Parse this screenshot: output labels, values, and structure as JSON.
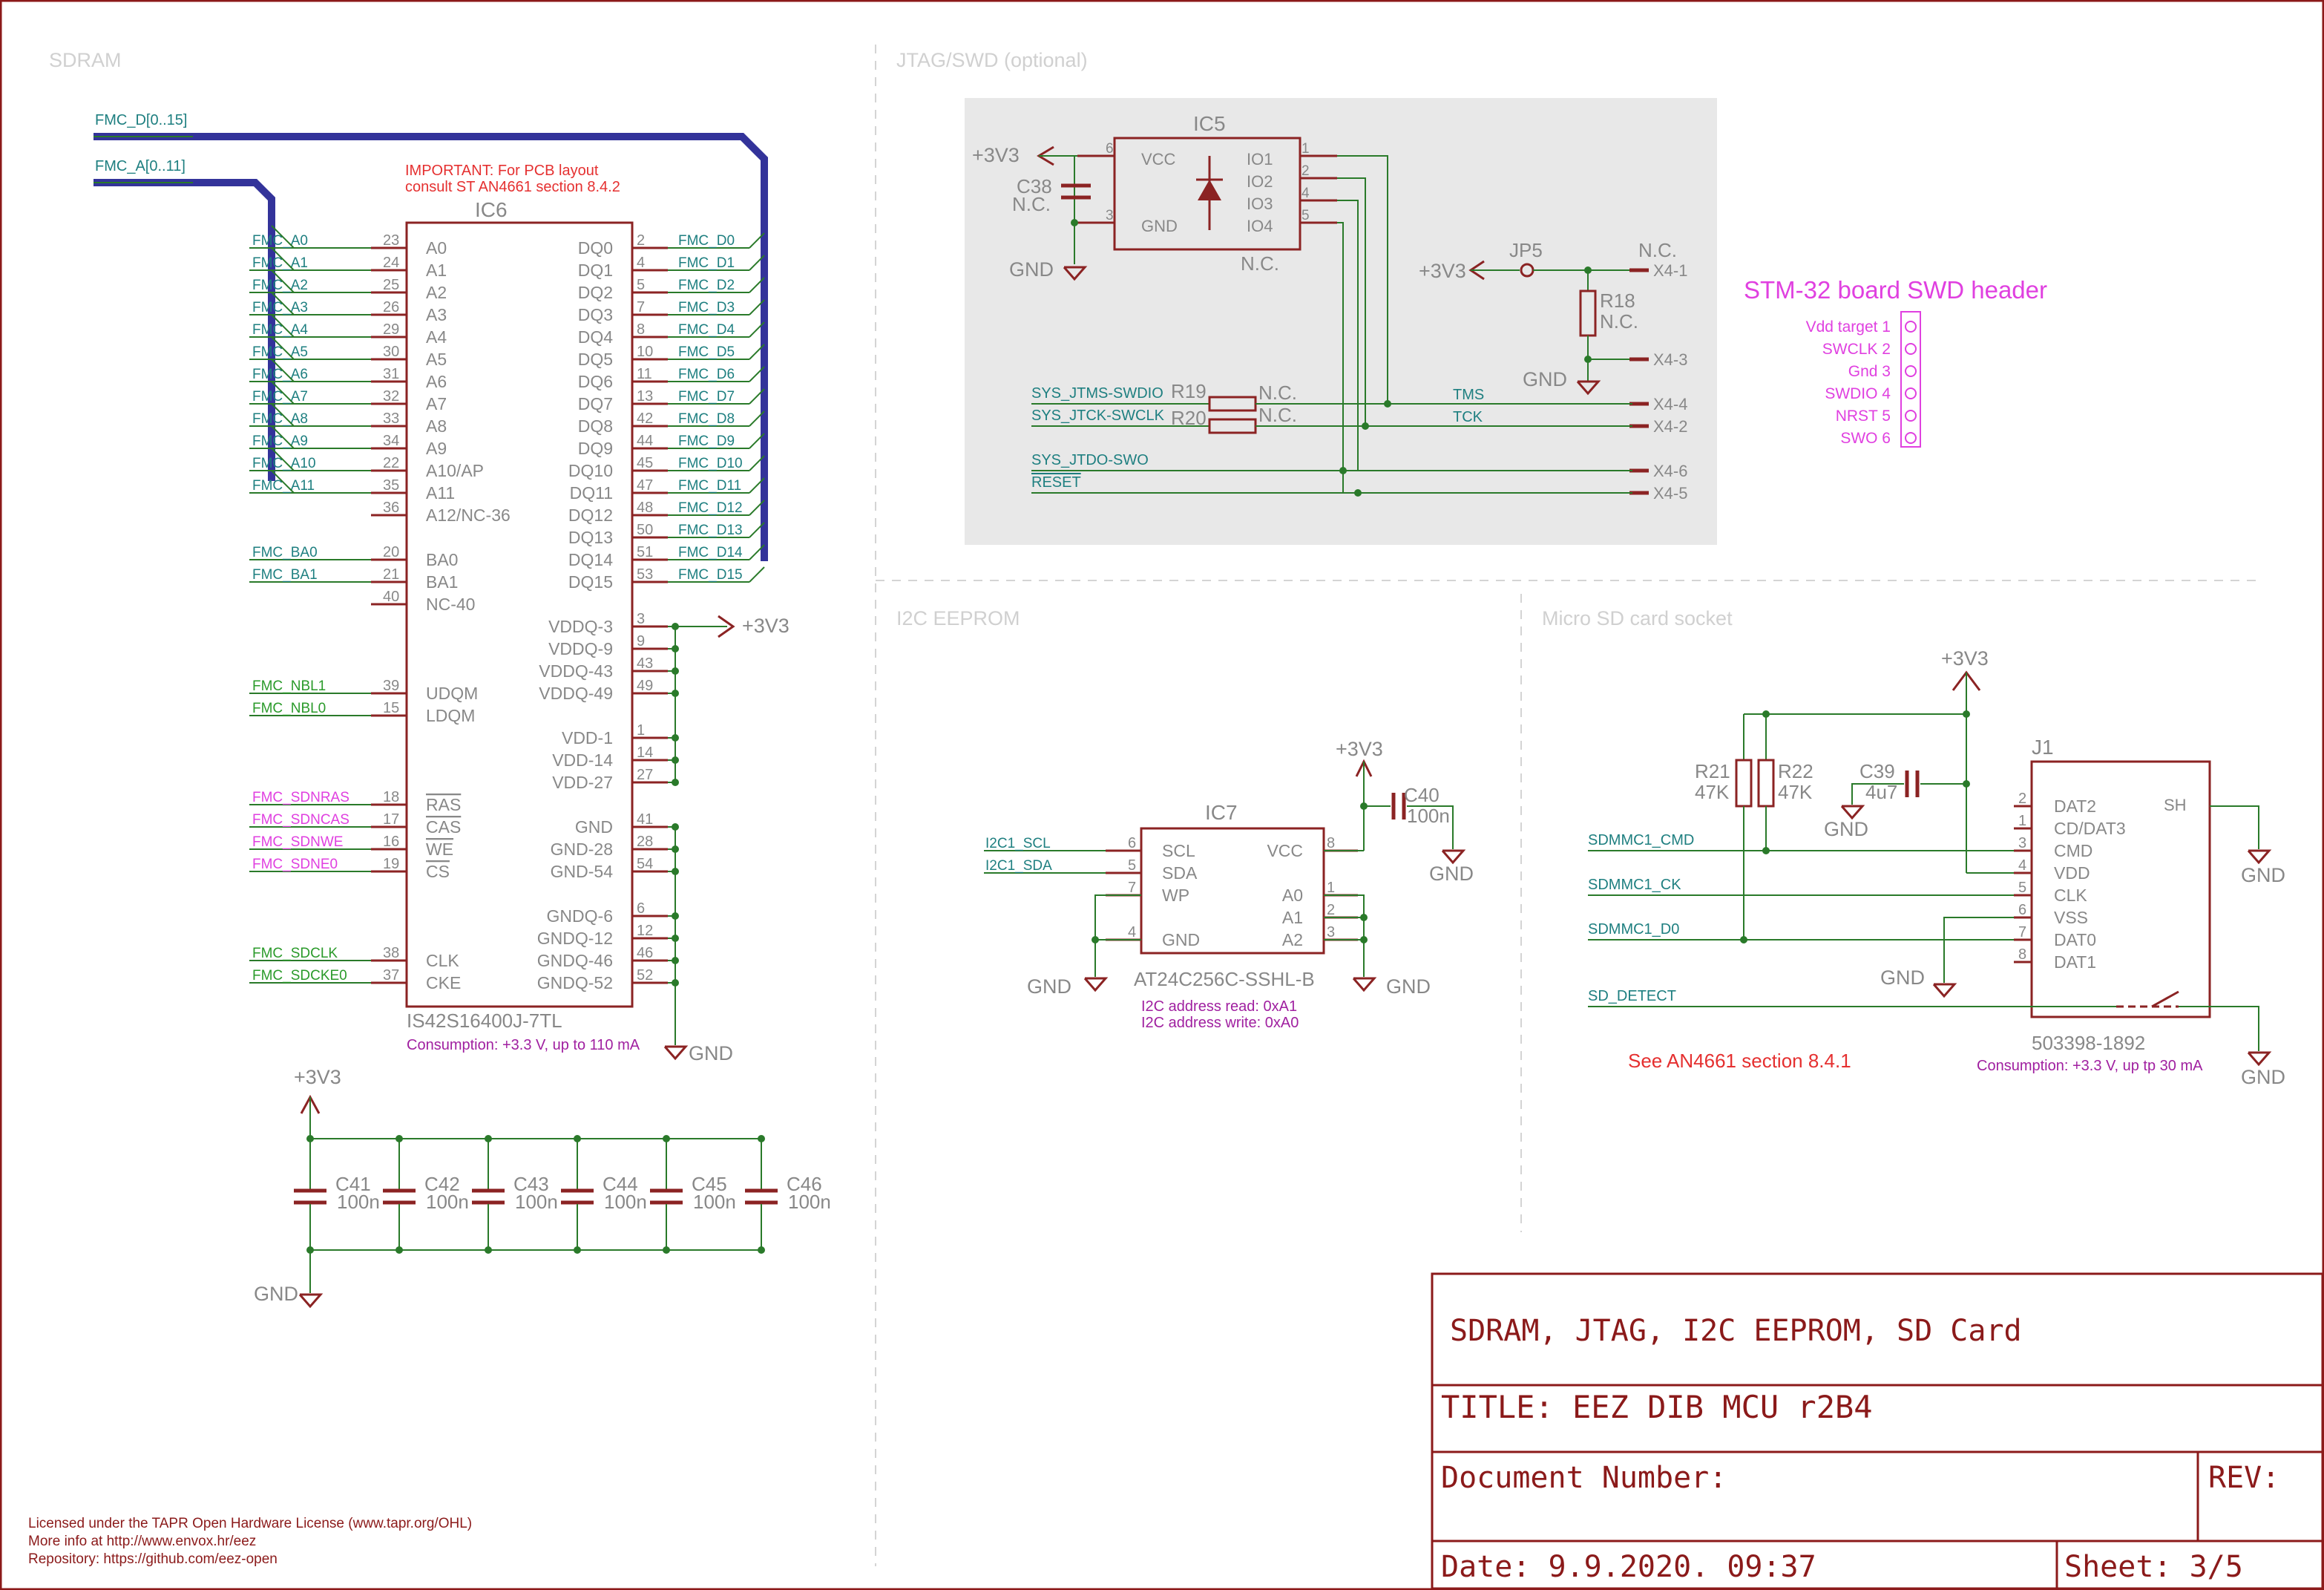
{
  "sections": {
    "sdram": "SDRAM",
    "jtag": "JTAG/SWD (optional)",
    "i2c": "I2C EEPROM",
    "sd": "Micro SD card socket"
  },
  "buses": {
    "data": "FMC_D[0..15]",
    "addr": "FMC_A[0..11]"
  },
  "important_note": [
    "IMPORTANT: For PCB layout",
    "consult ST AN4661 section 8.4.2"
  ],
  "ic6": {
    "ref": "IC6",
    "part": "IS42S16400J-7TL",
    "consumption": "Consumption: +3.3 V, up to 110 mA",
    "left_pins": [
      {
        "net": "FMC_A0",
        "num": "23",
        "name": "A0"
      },
      {
        "net": "FMC_A1",
        "num": "24",
        "name": "A1"
      },
      {
        "net": "FMC_A2",
        "num": "25",
        "name": "A2"
      },
      {
        "net": "FMC_A3",
        "num": "26",
        "name": "A3"
      },
      {
        "net": "FMC_A4",
        "num": "29",
        "name": "A4"
      },
      {
        "net": "FMC_A5",
        "num": "30",
        "name": "A5"
      },
      {
        "net": "FMC_A6",
        "num": "31",
        "name": "A6"
      },
      {
        "net": "FMC_A7",
        "num": "32",
        "name": "A7"
      },
      {
        "net": "FMC_A8",
        "num": "33",
        "name": "A8"
      },
      {
        "net": "FMC_A9",
        "num": "34",
        "name": "A9"
      },
      {
        "net": "FMC_A10",
        "num": "22",
        "name": "A10/AP"
      },
      {
        "net": "FMC_A11",
        "num": "35",
        "name": "A11"
      },
      {
        "net": "",
        "num": "36",
        "name": "A12/NC-36"
      }
    ],
    "ba_pins": [
      {
        "net": "FMC_BA0",
        "num": "20",
        "name": "BA0"
      },
      {
        "net": "FMC_BA1",
        "num": "21",
        "name": "BA1"
      },
      {
        "net": "",
        "num": "40",
        "name": "NC-40"
      }
    ],
    "nbl_pins": [
      {
        "net": "FMC_NBL1",
        "num": "39",
        "name": "UDQM"
      },
      {
        "net": "FMC_NBL0",
        "num": "15",
        "name": "LDQM"
      }
    ],
    "ctl_pins": [
      {
        "net": "FMC_SDNRAS",
        "num": "18",
        "name": "RAS"
      },
      {
        "net": "FMC_SDNCAS",
        "num": "17",
        "name": "CAS"
      },
      {
        "net": "FMC_SDNWE",
        "num": "16",
        "name": "WE"
      },
      {
        "net": "FMC_SDNE0",
        "num": "19",
        "name": "CS"
      }
    ],
    "clk_pins": [
      {
        "net": "FMC_SDCLK",
        "num": "38",
        "name": "CLK"
      },
      {
        "net": "FMC_SDCKE0",
        "num": "37",
        "name": "CKE"
      }
    ],
    "right_pins": [
      {
        "net": "FMC_D0",
        "num": "2",
        "name": "DQ0"
      },
      {
        "net": "FMC_D1",
        "num": "4",
        "name": "DQ1"
      },
      {
        "net": "FMC_D2",
        "num": "5",
        "name": "DQ2"
      },
      {
        "net": "FMC_D3",
        "num": "7",
        "name": "DQ3"
      },
      {
        "net": "FMC_D4",
        "num": "8",
        "name": "DQ4"
      },
      {
        "net": "FMC_D5",
        "num": "10",
        "name": "DQ5"
      },
      {
        "net": "FMC_D6",
        "num": "11",
        "name": "DQ6"
      },
      {
        "net": "FMC_D7",
        "num": "13",
        "name": "DQ7"
      },
      {
        "net": "FMC_D8",
        "num": "42",
        "name": "DQ8"
      },
      {
        "net": "FMC_D9",
        "num": "44",
        "name": "DQ9"
      },
      {
        "net": "FMC_D10",
        "num": "45",
        "name": "DQ10"
      },
      {
        "net": "FMC_D11",
        "num": "47",
        "name": "DQ11"
      },
      {
        "net": "FMC_D12",
        "num": "48",
        "name": "DQ12"
      },
      {
        "net": "FMC_D13",
        "num": "50",
        "name": "DQ13"
      },
      {
        "net": "FMC_D14",
        "num": "51",
        "name": "DQ14"
      },
      {
        "net": "FMC_D15",
        "num": "53",
        "name": "DQ15"
      }
    ],
    "power_pins": [
      {
        "num": "3",
        "name": "VDDQ-3"
      },
      {
        "num": "9",
        "name": "VDDQ-9"
      },
      {
        "num": "43",
        "name": "VDDQ-43"
      },
      {
        "num": "49",
        "name": "VDDQ-49"
      },
      {
        "num": "1",
        "name": "VDD-1"
      },
      {
        "num": "14",
        "name": "VDD-14"
      },
      {
        "num": "27",
        "name": "VDD-27"
      }
    ],
    "gnd_pins": [
      {
        "num": "41",
        "name": "GND"
      },
      {
        "num": "28",
        "name": "GND-28"
      },
      {
        "num": "54",
        "name": "GND-54"
      },
      {
        "num": "6",
        "name": "GNDQ-6"
      },
      {
        "num": "12",
        "name": "GNDQ-12"
      },
      {
        "num": "46",
        "name": "GNDQ-46"
      },
      {
        "num": "52",
        "name": "GNDQ-52"
      }
    ]
  },
  "decoupling": {
    "caps": [
      "C41",
      "C42",
      "C43",
      "C44",
      "C45",
      "C46"
    ],
    "value": "100n"
  },
  "power": {
    "v33": "+3V3",
    "gnd": "GND"
  },
  "ic5": {
    "ref": "IC5",
    "vcc": "VCC",
    "gnd": "GND",
    "io": [
      "IO1",
      "IO2",
      "IO3",
      "IO4"
    ],
    "nc": "N.C.",
    "pins": [
      "6",
      "3",
      "1",
      "2",
      "4",
      "5"
    ]
  },
  "c38": {
    "ref": "C38",
    "value": "N.C."
  },
  "jp5": {
    "ref": "JP5",
    "nc": "N.C."
  },
  "r18": {
    "ref": "R18",
    "value": "N.C."
  },
  "r19": {
    "ref": "R19",
    "value": "N.C."
  },
  "r20": {
    "ref": "R20",
    "value": "N.C."
  },
  "jtag_nets": {
    "tms_in": "SYS_JTMS-SWDIO",
    "tck_in": "SYS_JTCK-SWCLK",
    "swo": "SYS_JTDO-SWO",
    "reset": "RESET",
    "tms": "TMS",
    "tck": "TCK"
  },
  "x4": [
    "X4-1",
    "X4-3",
    "X4-4",
    "X4-2",
    "X4-6",
    "X4-5"
  ],
  "swd_header": {
    "title": "STM-32 board SWD header",
    "pins": [
      "Vdd target 1",
      "SWCLK 2",
      "Gnd 3",
      "SWDIO 4",
      "NRST 5",
      "SWO 6"
    ]
  },
  "ic7": {
    "ref": "IC7",
    "part": "AT24C256C-SSHL-B",
    "left": [
      {
        "name": "SCL",
        "num": "6",
        "net": "I2C1_SCL"
      },
      {
        "name": "SDA",
        "num": "5",
        "net": "I2C1_SDA"
      },
      {
        "name": "WP",
        "num": "7"
      },
      {
        "name": "GND",
        "num": "4"
      }
    ],
    "right": [
      {
        "name": "VCC",
        "num": "8"
      },
      {
        "name": "A0",
        "num": "1"
      },
      {
        "name": "A1",
        "num": "2"
      },
      {
        "name": "A2",
        "num": "3"
      }
    ],
    "notes": [
      "I2C address read: 0xA1",
      "I2C address write: 0xA0"
    ]
  },
  "c40": {
    "ref": "C40",
    "value": "100n"
  },
  "j1": {
    "ref": "J1",
    "part": "503398-1892",
    "consumption": "Consumption: +3.3 V, up tp 30 mA",
    "pins": [
      {
        "num": "2",
        "name": "DAT2"
      },
      {
        "num": "1",
        "name": "CD/DAT3"
      },
      {
        "num": "3",
        "name": "CMD"
      },
      {
        "num": "4",
        "name": "VDD"
      },
      {
        "num": "5",
        "name": "CLK"
      },
      {
        "num": "6",
        "name": "VSS"
      },
      {
        "num": "7",
        "name": "DAT0"
      },
      {
        "num": "8",
        "name": "DAT1"
      }
    ],
    "sh": "SH"
  },
  "r21": {
    "ref": "R21",
    "value": "47K"
  },
  "r22": {
    "ref": "R22",
    "value": "47K"
  },
  "c39": {
    "ref": "C39",
    "value": "4u7"
  },
  "sd_nets": {
    "cmd": "SDMMC1_CMD",
    "ck": "SDMMC1_CK",
    "d0": "SDMMC1_D0",
    "detect": "SD_DETECT"
  },
  "sd_note": "See AN4661 section 8.4.1",
  "license": [
    "Licensed under the TAPR Open Hardware License (www.tapr.org/OHL)",
    "More info at http://www.envox.hr/eez",
    "Repository: https://github.com/eez-open"
  ],
  "title_block": {
    "heading": "SDRAM, JTAG, I2C EEPROM, SD Card",
    "title": "TITLE:  EEZ DIB MCU r2B4",
    "doc": "Document Number:",
    "rev": "REV:",
    "date": "Date: 9.9.2020. 09:37",
    "sheet": "Sheet: 3/5"
  }
}
